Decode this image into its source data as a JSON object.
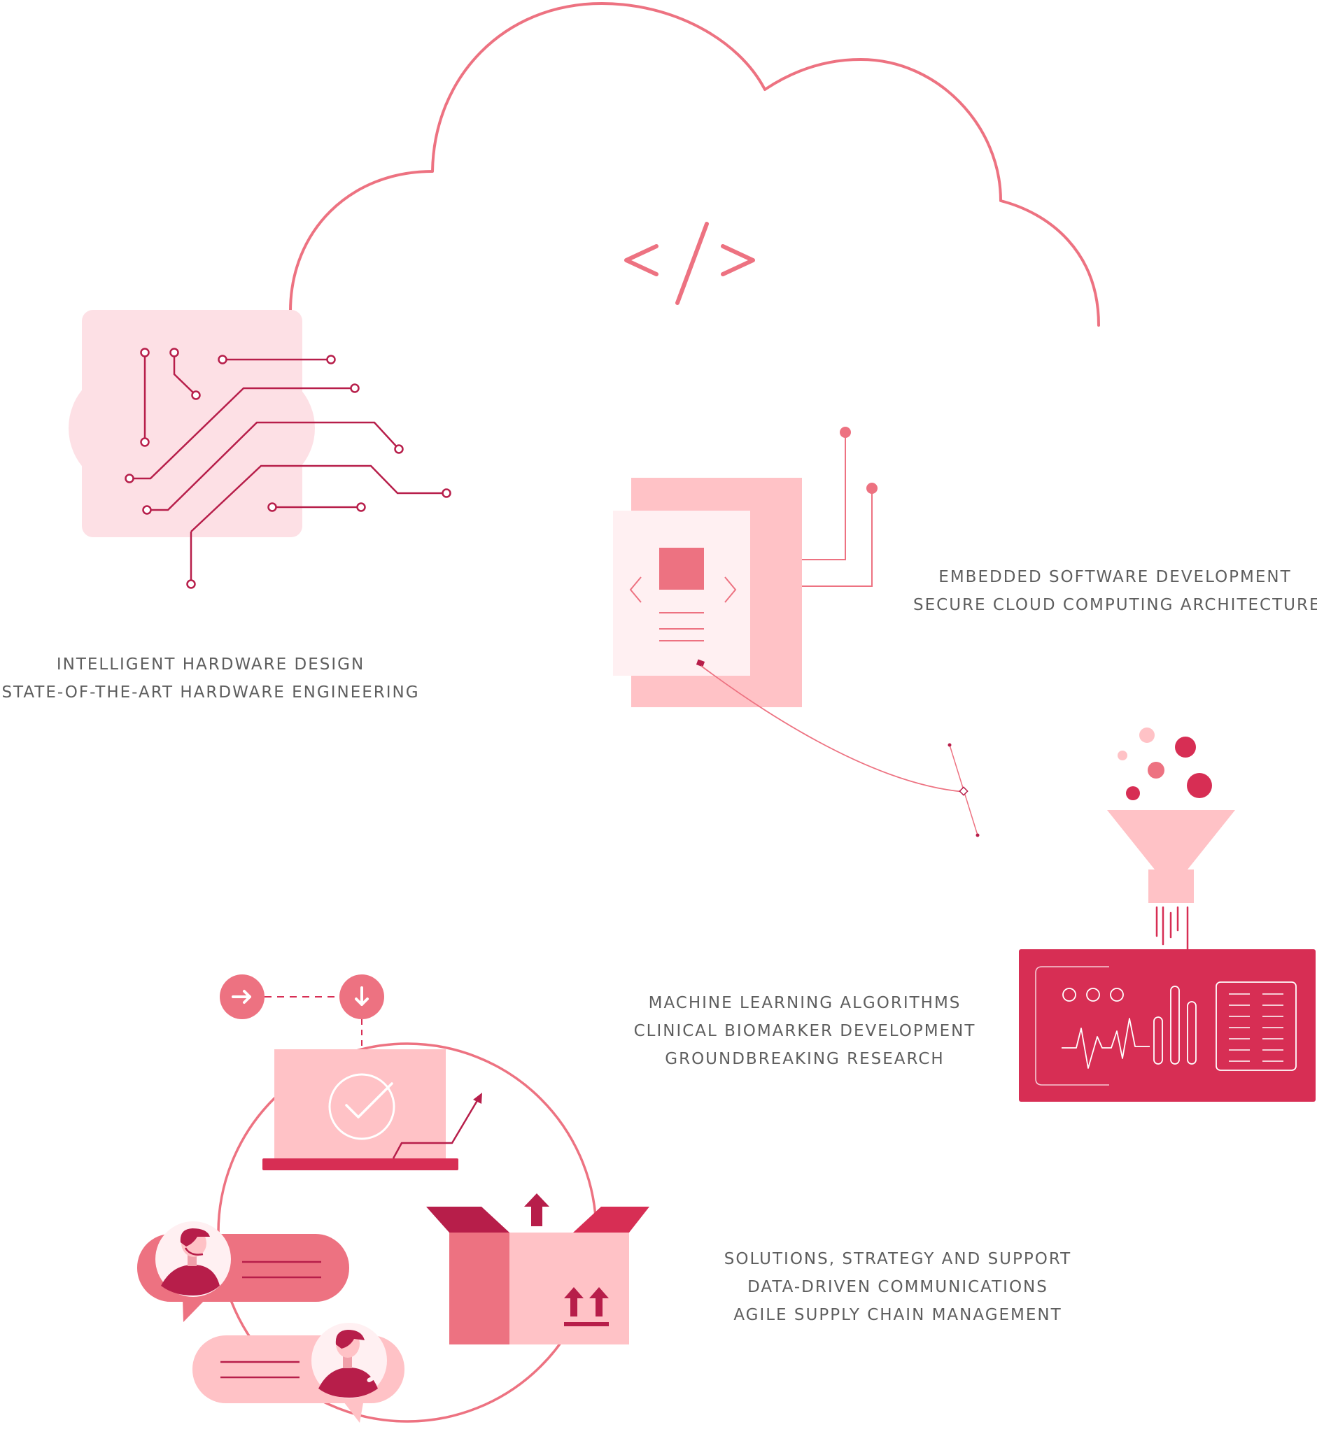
{
  "palette": {
    "light_pink": "#fde0e5",
    "pink": "#ffc2c6",
    "coral": "#ed7281",
    "crimson": "#d72e54",
    "dark_crimson": "#b71e4a",
    "text_gray": "#5e5e5e"
  },
  "cloud": {
    "code_symbol": "</>"
  },
  "captions": {
    "hardware": {
      "line1": "INTELLIGENT HARDWARE DESIGN",
      "line2": "STATE-OF-THE-ART HARDWARE ENGINEERING"
    },
    "software": {
      "line1": "EMBEDDED SOFTWARE DEVELOPMENT",
      "line2": "SECURE CLOUD COMPUTING ARCHITECTURE"
    },
    "machine_learning": {
      "line1": "MACHINE LEARNING ALGORITHMS",
      "line2": "CLINICAL BIOMARKER DEVELOPMENT",
      "line3": "GROUNDBREAKING RESEARCH"
    },
    "solutions": {
      "line1": "SOLUTIONS, STRATEGY AND SUPPORT",
      "line2": "DATA-DRIVEN COMMUNICATIONS",
      "line3": "AGILE SUPPLY CHAIN MANAGEMENT"
    }
  },
  "icons": {
    "cloud": "cloud-outline-icon",
    "code": "code-brackets-icon",
    "circuit": "circuit-board-icon",
    "document": "web-document-icon",
    "funnel": "data-funnel-icon",
    "dashboard": "analytics-dashboard-icon",
    "laptop": "laptop-check-icon",
    "box": "shipping-box-icon",
    "support": "support-chat-icon"
  }
}
